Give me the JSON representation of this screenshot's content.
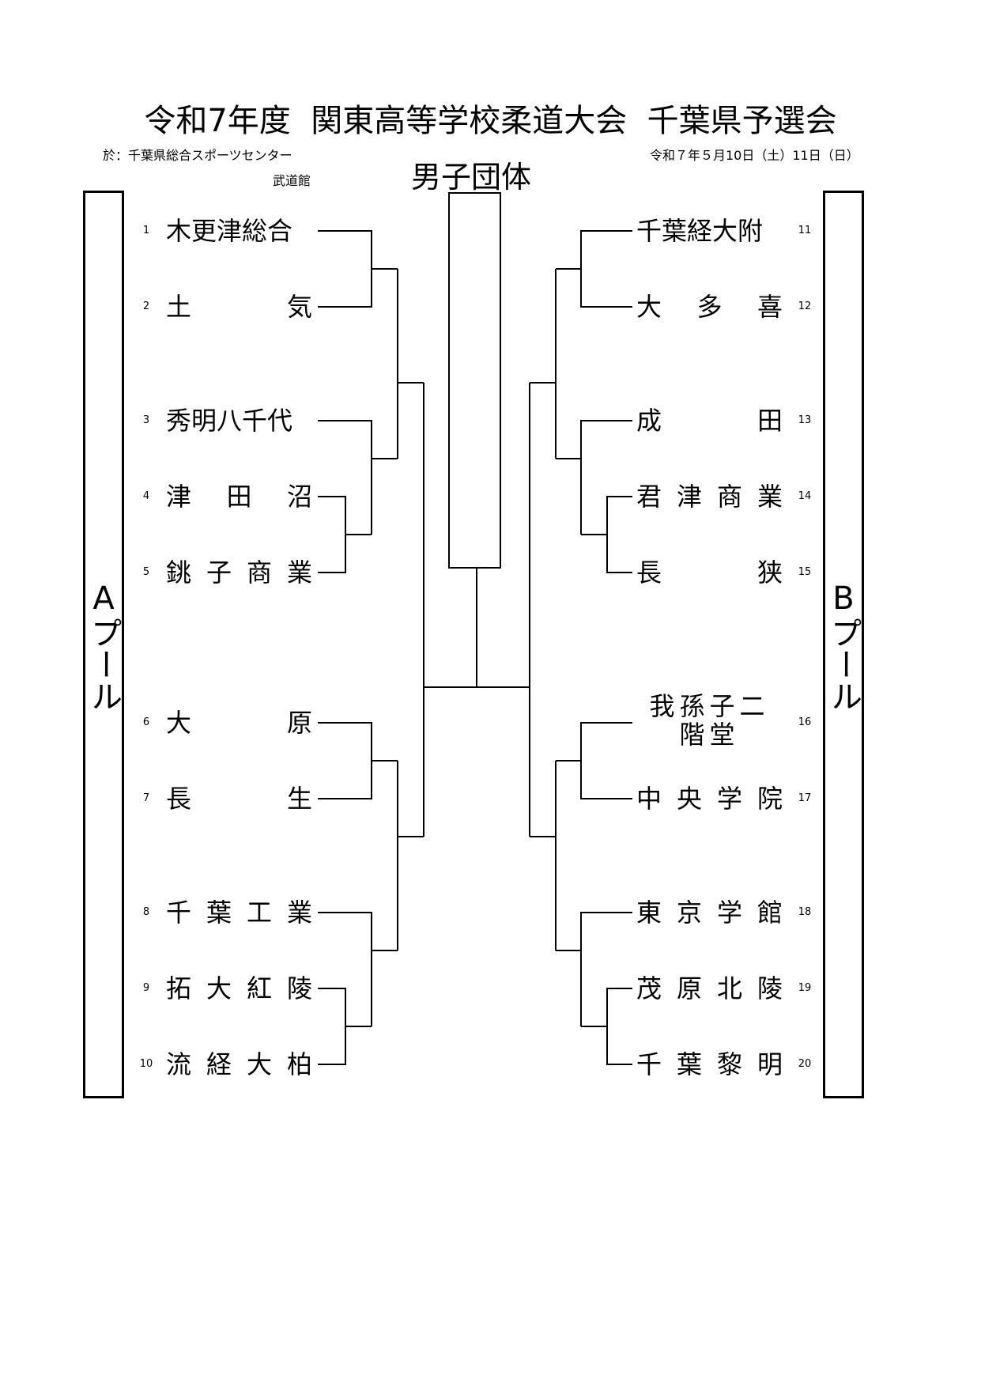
{
  "header": {
    "title": "令和7年度  関東高等学校柔道大会  千葉県予選会",
    "venue_line1": "於：千葉県総合スポーツセンター",
    "venue_line2": "武道館",
    "date": "令和７年５月10日（土）11日（日）",
    "event": "男子団体"
  },
  "pools": {
    "a_label": "Aプール",
    "b_label": "Bプール"
  },
  "teams_a": [
    {
      "num": "1",
      "name": "木更津総合"
    },
    {
      "num": "2",
      "name": "土気"
    },
    {
      "num": "3",
      "name": "秀明八千代"
    },
    {
      "num": "4",
      "name": "津田沼"
    },
    {
      "num": "5",
      "name": "銚子商業"
    },
    {
      "num": "6",
      "name": "大原"
    },
    {
      "num": "7",
      "name": "長生"
    },
    {
      "num": "8",
      "name": "千葉工業"
    },
    {
      "num": "9",
      "name": "拓大紅陵"
    },
    {
      "num": "10",
      "name": "流経大柏"
    }
  ],
  "teams_b": [
    {
      "num": "11",
      "name": "千葉経大附"
    },
    {
      "num": "12",
      "name": "大多喜"
    },
    {
      "num": "13",
      "name": "成田"
    },
    {
      "num": "14",
      "name": "君津商業"
    },
    {
      "num": "15",
      "name": "長狭"
    },
    {
      "num": "16",
      "name": "我孫子二階堂"
    },
    {
      "num": "17",
      "name": "中央学院"
    },
    {
      "num": "18",
      "name": "東京学館"
    },
    {
      "num": "19",
      "name": "茂原北陵"
    },
    {
      "num": "20",
      "name": "千葉黎明"
    }
  ]
}
